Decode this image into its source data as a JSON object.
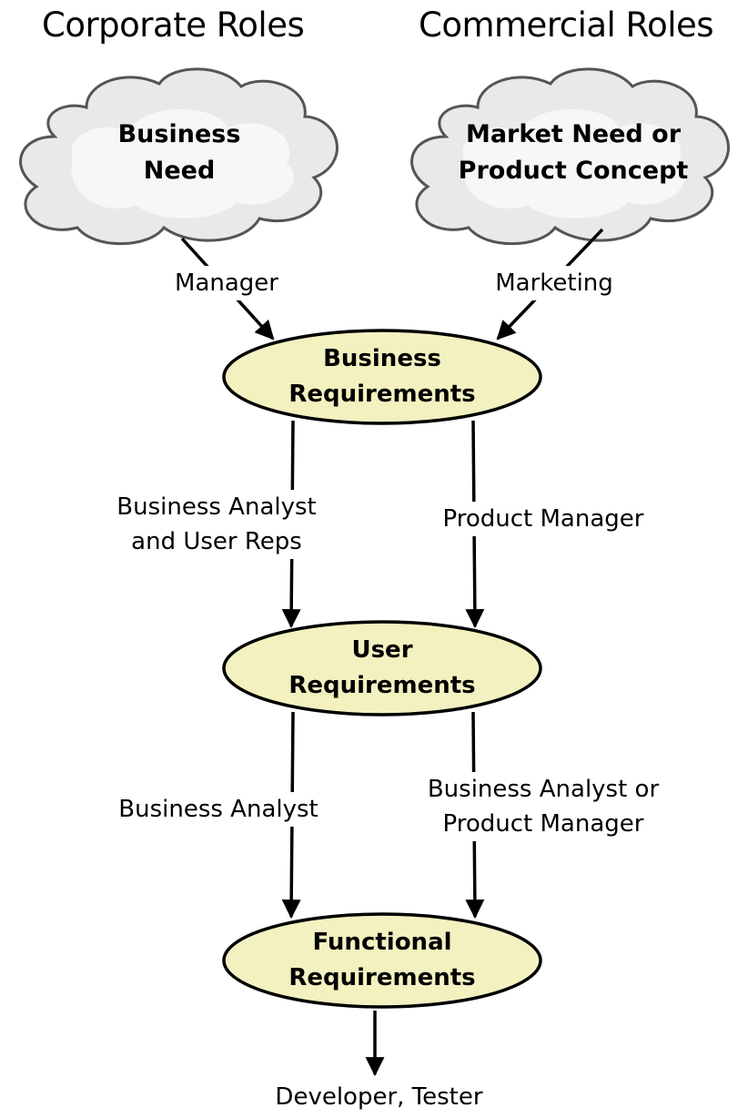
{
  "headings": {
    "left": "Corporate Roles",
    "right": "Commercial Roles"
  },
  "colors": {
    "cloud_fill": "#e9e9e9",
    "cloud_inner": "#f7f7f7",
    "cloud_stroke": "#555555",
    "node_fill": "#f3f1c0",
    "stroke": "#000000"
  },
  "clouds": {
    "business_need": [
      "Business",
      "Need"
    ],
    "market_need": [
      "Market Need or",
      "Product Concept"
    ]
  },
  "nodes": {
    "business_requirements": [
      "Business",
      "Requirements"
    ],
    "user_requirements": [
      "User",
      "Requirements"
    ],
    "functional_requirements": [
      "Functional",
      "Requirements"
    ]
  },
  "edges": {
    "manager": [
      "Manager"
    ],
    "marketing": [
      "Marketing"
    ],
    "ba_user_reps": [
      "Business Analyst",
      "and User Reps"
    ],
    "product_manager": [
      "Product Manager"
    ],
    "business_analyst": [
      "Business Analyst"
    ],
    "ba_or_pm": [
      "Business Analyst or",
      "Product Manager"
    ],
    "developer_tester": [
      "Developer, Tester"
    ]
  }
}
